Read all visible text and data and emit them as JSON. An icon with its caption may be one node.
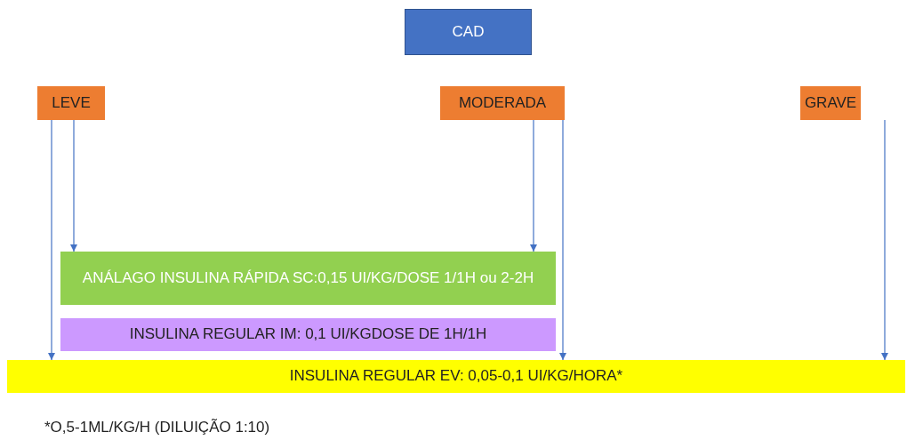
{
  "diagram": {
    "nodes": [
      {
        "text": [
          "CAD"
        ]
      },
      {
        "text": [
          "LEVE"
        ]
      },
      {
        "text": [
          "MODERADA"
        ]
      },
      {
        "text": [
          "GRAVE"
        ]
      },
      {
        "text": [
          "ANÁLAGO INSULINA RÁPIDA SC:0,15 UI/KG/DOSE 1/1H ou 2-2H"
        ]
      },
      {
        "text": [
          "INSULINA REGULAR IM: 0,1 UI/KGDOSE DE 1H/1H"
        ]
      },
      {
        "text": [
          "INSULINA REGULAR EV:  0,05-0,1 UI/KG/HORA*"
        ]
      }
    ],
    "edges": [
      {
        "from": 1,
        "to": 6,
        "arrow": "to"
      },
      {
        "from": 1,
        "to": 4,
        "arrow": "to"
      },
      {
        "from": 2,
        "to": 4,
        "arrow": "to"
      },
      {
        "from": 2,
        "to": 6,
        "arrow": "to"
      },
      {
        "from": 3,
        "to": 6,
        "arrow": "to"
      }
    ],
    "labels": [
      "*O,5-1ML/KG/H (DILUIÇÃO 1:10)"
    ]
  }
}
